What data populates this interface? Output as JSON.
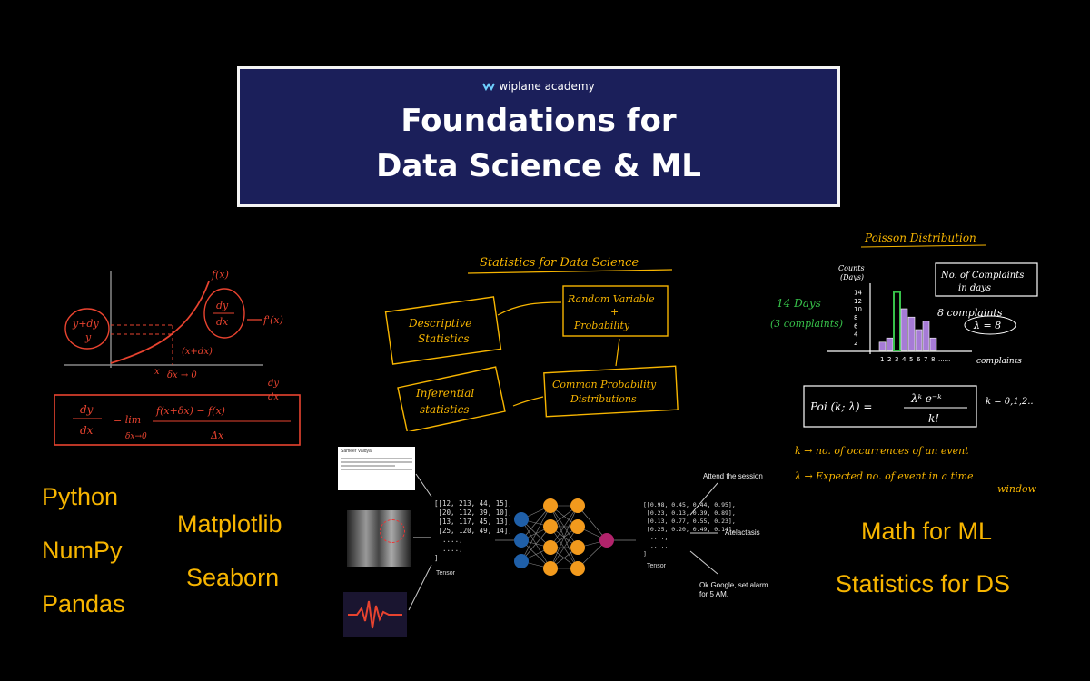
{
  "banner": {
    "brand": "wiplane academy",
    "title_line1": "Foundations for",
    "title_line2": "Data Science & ML"
  },
  "calculus": {
    "fx": "f(x)",
    "y_plus_dy": "y+dy",
    "y": "y",
    "dy_dx_num": "dy",
    "dy_dx_den": "dx",
    "f_prime": "f'(x)",
    "x_plus_dx": "(x+dx)",
    "x": "x",
    "dx_to_0": "δx → 0",
    "formula_lhs_num": "dy",
    "formula_lhs_den": "dx",
    "formula_lim": "= lim",
    "formula_lim_sub": "δx→0",
    "formula_num": "f(x+δx) − f(x)",
    "formula_den": "Δx",
    "corner_num": "dy",
    "corner_den": "dx"
  },
  "stats_diagram": {
    "title": "Statistics for Data Science",
    "descriptive_1": "Descriptive",
    "descriptive_2": "Statistics",
    "random_1": "Random Variable",
    "random_2": "+",
    "random_3": "Probability",
    "common_1": "Common Probability",
    "common_2": "Distributions",
    "inferential_1": "Inferential",
    "inferential_2": "statistics"
  },
  "poisson": {
    "title": "Poisson Distribution",
    "counts_label_1": "Counts",
    "counts_label_2": "(Days)",
    "days_1": "14 Days",
    "days_2": "(3 complaints)",
    "no_complaints_1": "No. of Complaints",
    "no_complaints_2": "in days",
    "eight_complaints": "8 complaints",
    "lambda": "λ = 8",
    "x_axis": "complaints",
    "y_ticks": [
      "14",
      "12",
      "10",
      "8",
      "6",
      "4",
      "2"
    ],
    "x_ticks": [
      "1",
      "2",
      "3",
      "4",
      "5",
      "6",
      "7",
      "8",
      "......"
    ],
    "bars": [
      2,
      3,
      14,
      10,
      8,
      5,
      7,
      3
    ],
    "highlight_index": 2,
    "formula_lhs": "Poi (k; λ) =",
    "formula_num": "λᵏ e⁻ᵏ",
    "formula_den": "k!",
    "formula_k": "k = 0,1,2..",
    "def_k": "k → no. of occurrences of an event",
    "def_lambda_1": "λ → Expected no. of event in a time",
    "def_lambda_2": "window"
  },
  "pipeline": {
    "doc_heading": "Sameer Vaidya",
    "tensor_left": [
      "[[12, 213, 44, 15],",
      " [20, 112, 39, 10],",
      " [13, 117, 45, 13],",
      " [25, 120, 49, 14],",
      "  ....,",
      "  ....,",
      "]"
    ],
    "tensor_left_label": "Tensor",
    "tensor_right": [
      "[[0.98, 0.45, 0.44, 0.95],",
      " [0.23, 0.13, 0.39, 0.89],",
      " [0.13, 0.77, 0.55, 0.23],",
      " [0.25, 0.20, 0.49, 0.14],",
      "  ....,",
      "  ....,",
      "]"
    ],
    "tensor_right_label": "Tensor",
    "out_1": "Attend the session",
    "out_2": "Atelactasis",
    "out_3_1": "Ok Google, set alarm",
    "out_3_2": "for 5 AM."
  },
  "labels": {
    "python": "Python",
    "numpy": "NumPy",
    "pandas": "Pandas",
    "matplotlib": "Matplotlib",
    "seaborn": "Seaborn",
    "math_ml": "Math for ML",
    "stats_ds": "Statistics for DS"
  },
  "colors": {
    "accent_yellow": "#f7b500",
    "banner_navy": "#1b1f5a",
    "red_ink": "#e8432f",
    "purple_bar": "#a67bd6",
    "green_bar": "#37c24a"
  }
}
